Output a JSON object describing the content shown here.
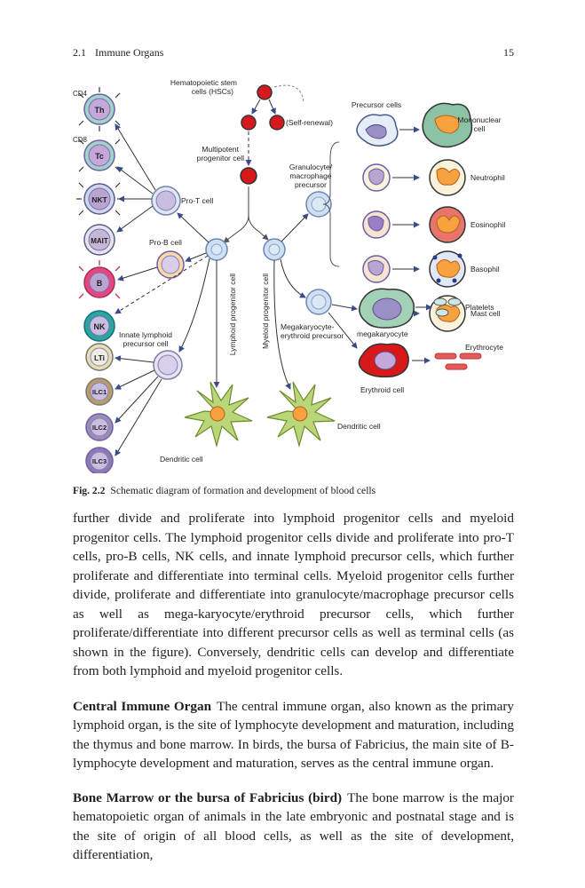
{
  "header": {
    "section_number": "2.1",
    "section_title": "Immune Organs",
    "page_number": "15"
  },
  "figure": {
    "labels": {
      "hsc": "Hematopoietic stem",
      "hsc2": "cells (HSCs)",
      "self_renewal": "(Self-renewal)",
      "multipotent": "Multipotent",
      "multipotent2": "progenitor cell",
      "pro_t": "Pro-T cell",
      "pro_b": "Pro-B cell",
      "lymphoid_progenitor": "Lymphoid progenitor cell",
      "myeloid_progenitor": "Myeloid progenitor cell",
      "innate_lymphoid": "Innate lymphoid",
      "innate_lymphoid2": "precursor cell",
      "granulocyte": "Granulocyte/",
      "granulocyte2": "macrophage",
      "granulocyte3": "precursor",
      "precursor_cells": "Precursor cells",
      "mononuclear": "Mononuclear",
      "mononuclear2": "cell",
      "neutrophil": "Neutrophil",
      "eosinophil": "Eosinophil",
      "basophil": "Basophil",
      "mast_cell": "Mast cell",
      "platelets": "Platelets",
      "megakaryocyte": "megakaryocyte",
      "mega_ery": "Megakaryocyte-",
      "mega_ery2": "erythroid precursor",
      "erythrocyte": "Erythrocyte",
      "erythroid_cell": "Erythroid cell",
      "dendritic_left": "Dendritic cell",
      "dendritic_right": "Dendritic cell",
      "cd4": "CD4",
      "cd8": "CD8",
      "th": "Th",
      "tc": "Tc",
      "nkt": "NKT",
      "mait": "MAIT",
      "b": "B",
      "nk": "NK",
      "lti": "LTi",
      "ilc1": "ILC1",
      "ilc2": "ILC2",
      "ilc3": "ILC3"
    },
    "colors": {
      "hsc_red": "#d7191c",
      "progenitor_blue": "#cfe0f3",
      "lilac": "#b9a5d2",
      "orange": "#f7a13f",
      "green_dendritic": "#b9d679",
      "th_fill": "#a0d4c8",
      "b_fill": "#e8467c",
      "nk_fill": "#2aa5a0"
    }
  },
  "caption": {
    "label": "Fig. 2.2",
    "text": "Schematic diagram of formation and development of blood cells"
  },
  "paragraphs": {
    "p1": "further divide and proliferate into lymphoid progenitor cells and myeloid progenitor cells. The lymphoid progenitor cells divide and proliferate into pro-T cells, pro-B cells, NK cells, and innate lymphoid precursor cells, which further proliferate and differentiate into terminal cells. Myeloid progenitor cells further divide, proliferate and differentiate into granulocyte/macrophage precursor cells as well as mega-karyocyte/erythroid precursor cells, which further proliferate/differentiate into different precursor cells as well as terminal cells (as shown in the figure). Conversely, dendritic cells can develop and differentiate from both lymphoid and myeloid progenitor cells.",
    "p2_head": "Central Immune Organ",
    "p2": "The central immune organ, also known as the primary lymphoid organ, is the site of lymphocyte development and maturation, including the thymus and bone marrow. In birds, the bursa of Fabricius, the main site of B-lymphocyte development and maturation, serves as the central immune organ.",
    "p3_head": "Bone Marrow or the bursa of Fabricius (bird)",
    "p3": "The bone marrow is the major hematopoietic organ of animals in the late embryonic and postnatal stage and is the site of origin of all blood cells, as well as the site of development, differentiation,"
  }
}
